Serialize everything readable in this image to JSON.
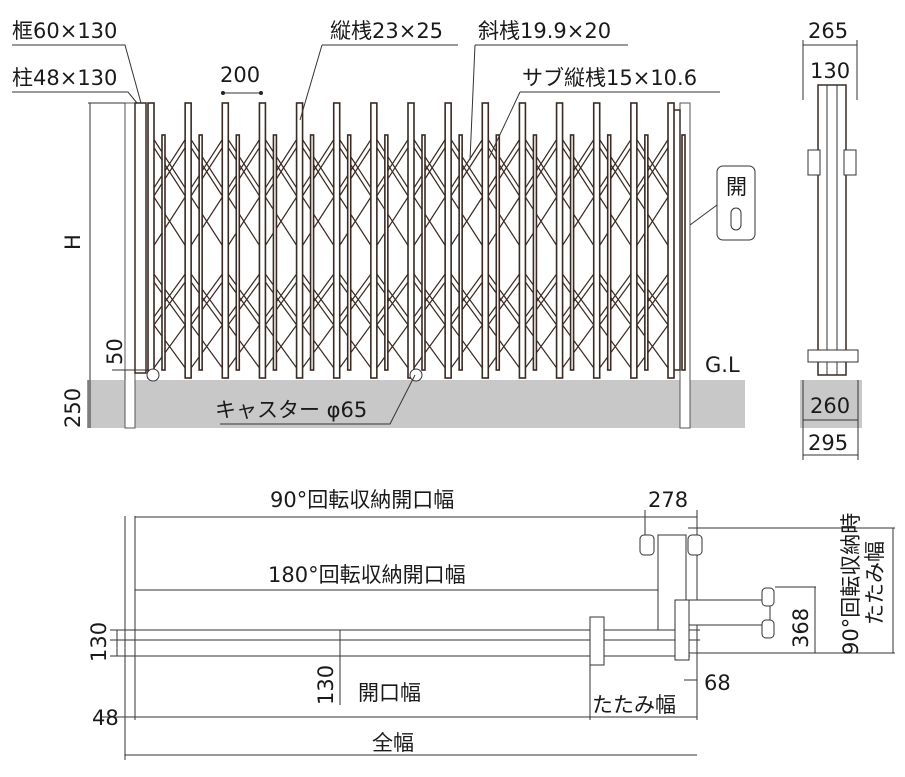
{
  "labels": {
    "frame": "框60×130",
    "post": "柱48×130",
    "pitch": "200",
    "vertical_bar": "縦桟23×25",
    "diagonal_bar": "斜桟19.9×20",
    "sub_vertical_bar": "サブ縦桟15×10.6",
    "height": "H",
    "bottom_gap": "50",
    "foundation": "250",
    "caster": "キャスター φ65",
    "ground_level": "G.L",
    "open_tag": "開",
    "side_total_top": "265",
    "side_top": "130",
    "side_base": "260",
    "side_total_bottom": "295"
  },
  "plan": {
    "rot90_opening": "90°回転収納開口幅",
    "rot180_opening": "180°回転収納開口幅",
    "w278": "278",
    "left130": "130",
    "mid130": "130",
    "opening": "開口幅",
    "folded_width": "たたみ幅",
    "w368": "368",
    "w68": "68",
    "w48": "48",
    "total_width": "全幅",
    "rot90_folded_line1": "90°回転収納時",
    "rot90_folded_line2": "たたみ幅"
  },
  "gate": {
    "bar_count": 15
  }
}
